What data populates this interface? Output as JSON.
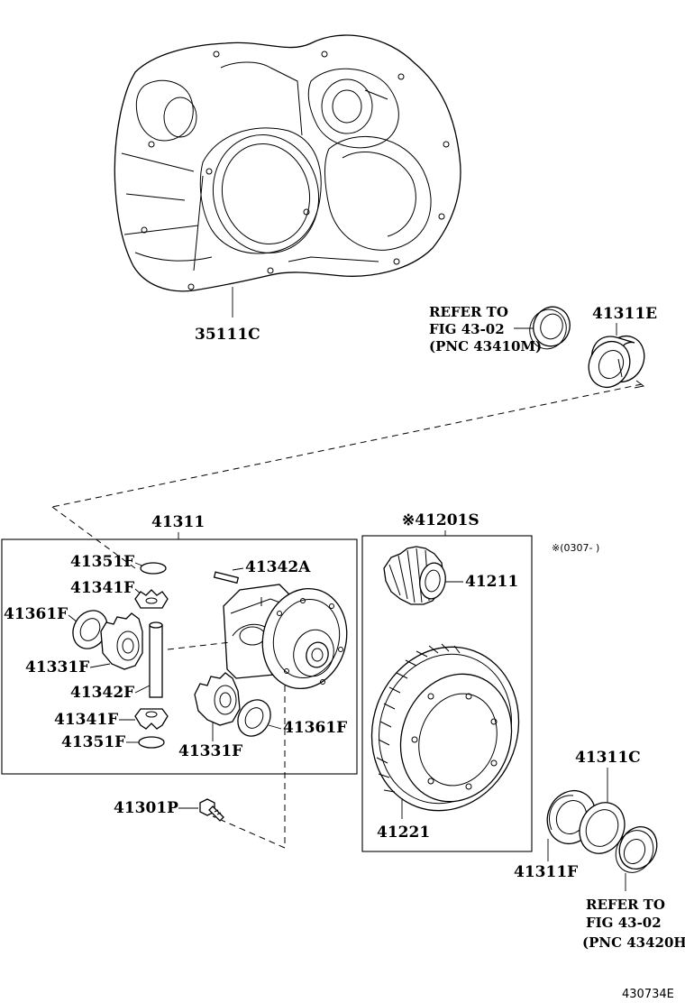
{
  "labels": {
    "housing": "35111C",
    "refer_top_1": "REFER TO",
    "refer_top_2": "FIG 43-02",
    "refer_top_3": "(PNC 43410M)",
    "bearing_top": "41311E",
    "case_assy": "41311",
    "kit": "※41201S",
    "note": "※(0307-   )",
    "washer_top": "41351F",
    "pin_a": "41342A",
    "pinion_top": "41341F",
    "thrust_left": "41361F",
    "gear_left": "41331F",
    "shaft": "41342F",
    "pinion_bottom": "41341F",
    "washer_bottom": "41351F",
    "gear_bottom": "41331F",
    "thrust_right": "41361F",
    "drive_pinion": "41211",
    "ring_gear": "41221",
    "bolt": "41301P",
    "bearing_right": "41311C",
    "bearing_bottom": "41311F",
    "refer_bot_1": "REFER TO",
    "refer_bot_2": "FIG 43-02",
    "refer_bot_3": "(PNC 43420H)",
    "figure_id": "430734E"
  }
}
